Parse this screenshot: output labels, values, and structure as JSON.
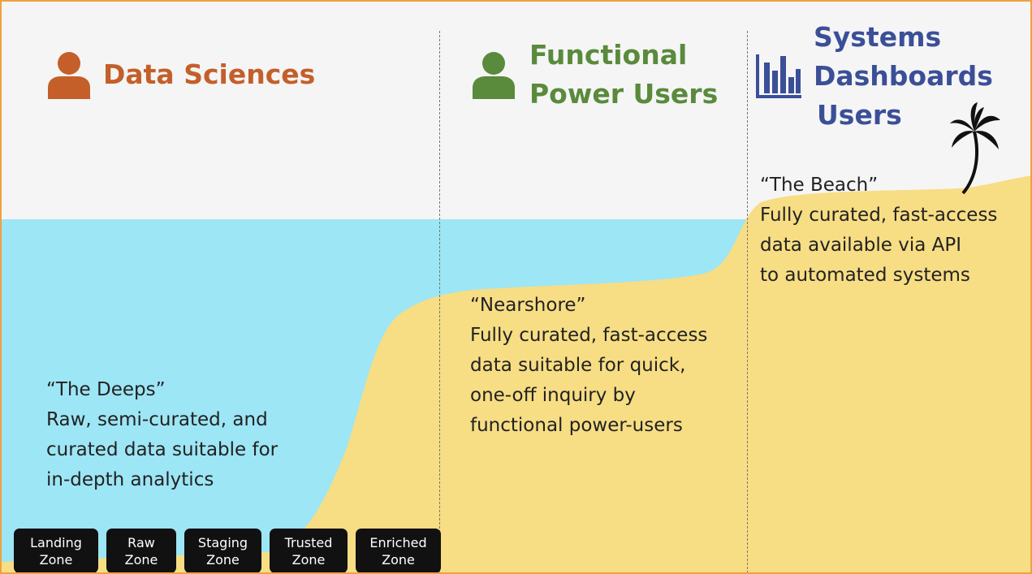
{
  "personas": {
    "data_sciences": {
      "title": "Data Sciences",
      "icon": "person-icon",
      "color": "#c45f2a"
    },
    "functional_power_users": {
      "title_line1": "Functional",
      "title_line2": "Power Users",
      "icon": "person-icon",
      "color": "#5a8a3c"
    },
    "systems_dashboards_users": {
      "title_line1": "Systems",
      "title_line2": "Dashboards",
      "title_line3": "Users",
      "icon": "bar-chart-icon",
      "color": "#3b4f98"
    }
  },
  "zones": {
    "deeps": {
      "name": "“The Deeps”",
      "lines": [
        "Raw, semi-curated, and",
        "curated data suitable for",
        "in-depth analytics"
      ]
    },
    "nearshore": {
      "name": "“Nearshore”",
      "lines": [
        "Fully curated, fast-access",
        "data suitable for quick,",
        "one-off inquiry by",
        "functional power-users"
      ]
    },
    "beach": {
      "name": "“The Beach”",
      "lines": [
        "Fully curated, fast-access",
        "data available via API",
        "to automated systems"
      ]
    }
  },
  "zone_buttons": [
    {
      "line1": "Landing",
      "line2": "Zone"
    },
    {
      "line1": "Raw",
      "line2": "Zone"
    },
    {
      "line1": "Staging",
      "line2": "Zone"
    },
    {
      "line1": "Trusted",
      "line2": "Zone"
    },
    {
      "line1": "Enriched",
      "line2": "Zone"
    }
  ],
  "colors": {
    "water": "#9de6f5",
    "sand": "#f7dd84",
    "sky": "#f5f5f5",
    "border": "#f0a040",
    "zone_button": "#111111"
  },
  "decorations": {
    "tree": "palm-tree-icon"
  }
}
